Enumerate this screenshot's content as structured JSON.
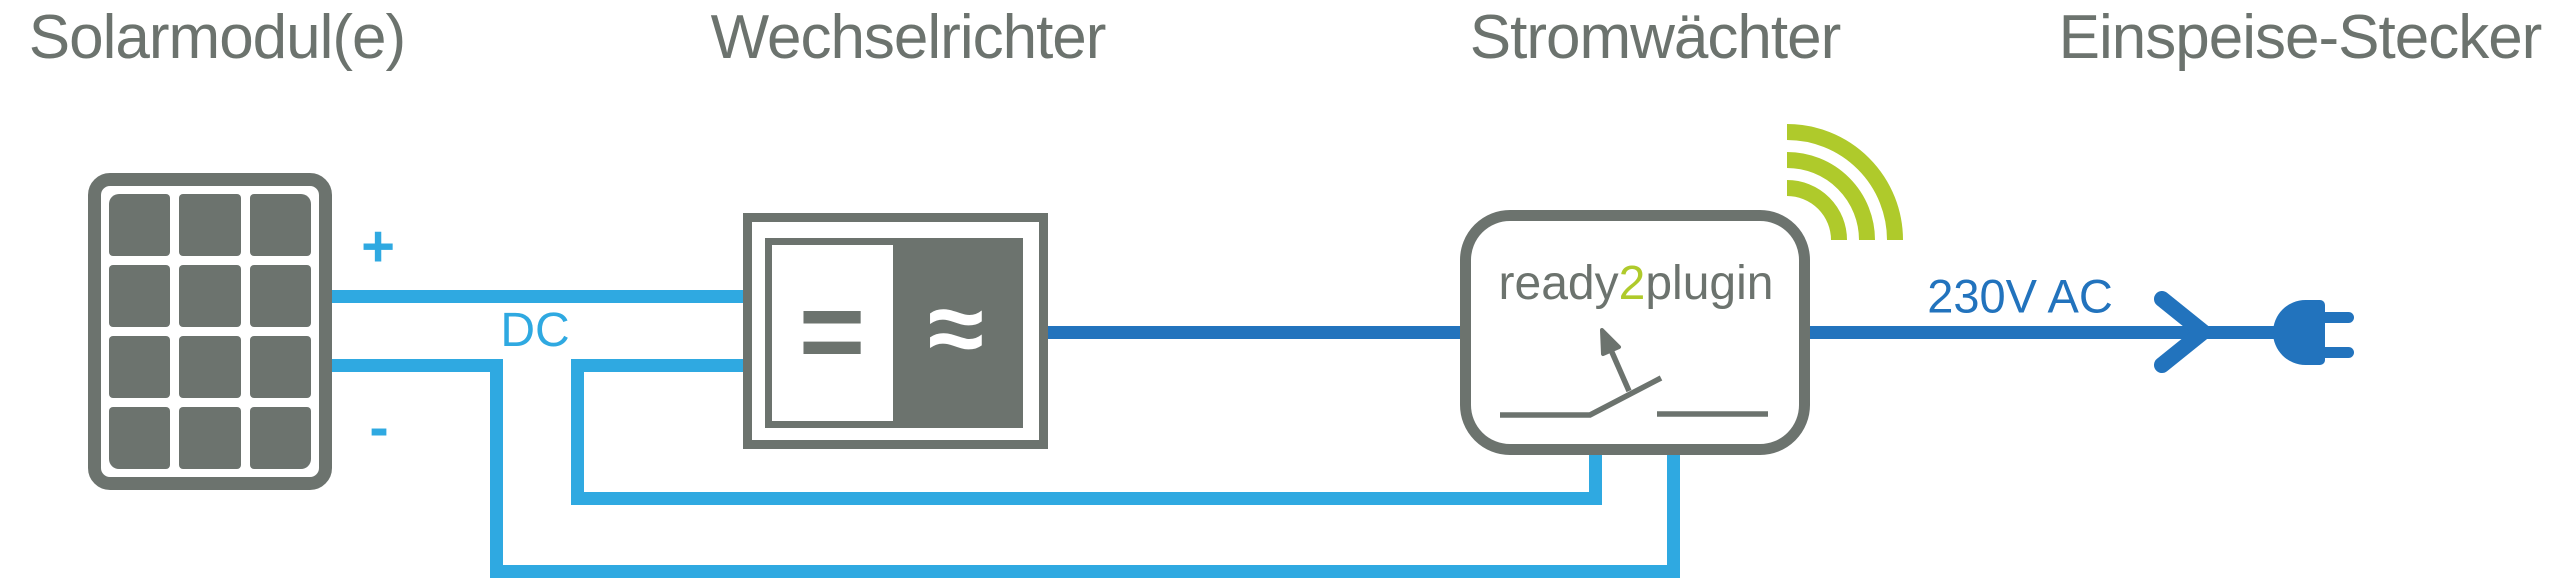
{
  "diagram": {
    "stages": [
      {
        "label": "Solarmodul(e)"
      },
      {
        "label": "Wechselrichter"
      },
      {
        "label": "Stromwächter"
      },
      {
        "label": "Einspeise-Stecker"
      }
    ],
    "dc": {
      "plus": "+",
      "minus": "-",
      "label": "DC"
    },
    "ac": {
      "label": "230V AC"
    },
    "inverter": {
      "dc_symbol": "=",
      "ac_symbol": "≈"
    },
    "watcher": {
      "brand_pre": "ready",
      "brand_num": "2",
      "brand_post": "plugin"
    },
    "colors": {
      "grey": "#6C736E",
      "dc": "#2FA9E1",
      "ac": "#2273BD",
      "green": "#AFCA2B"
    }
  }
}
